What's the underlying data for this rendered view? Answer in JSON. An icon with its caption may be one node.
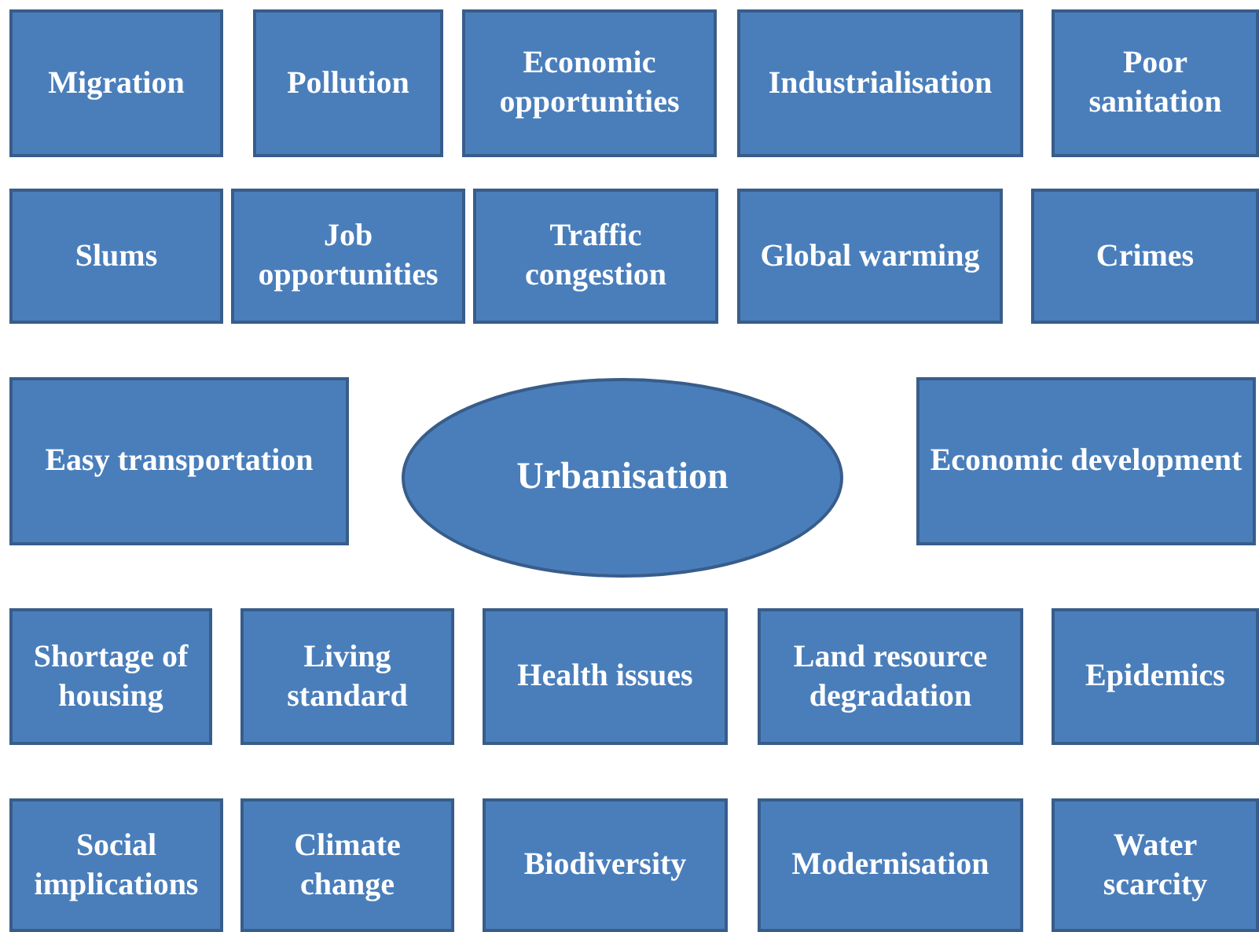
{
  "diagram": {
    "nodes": [
      {
        "text": [
          "Migration"
        ]
      },
      {
        "text": [
          "Pollution"
        ]
      },
      {
        "text": [
          "Economic opportunities"
        ]
      },
      {
        "text": [
          "Industrialisation"
        ]
      },
      {
        "text": [
          "Poor sanitation"
        ]
      },
      {
        "text": [
          "Slums"
        ]
      },
      {
        "text": [
          "Job opportunities"
        ]
      },
      {
        "text": [
          "Traffic congestion"
        ]
      },
      {
        "text": [
          "Global warming"
        ]
      },
      {
        "text": [
          "Crimes"
        ]
      },
      {
        "text": [
          "Easy transportation"
        ]
      },
      {
        "text": [
          "Urbanisation"
        ]
      },
      {
        "text": [
          "Economic development"
        ]
      },
      {
        "text": [
          "Shortage of housing"
        ]
      },
      {
        "text": [
          "Living standard"
        ]
      },
      {
        "text": [
          "Health issues"
        ]
      },
      {
        "text": [
          "Land resource degradation"
        ]
      },
      {
        "text": [
          "Epidemics"
        ]
      },
      {
        "text": [
          "Social implications"
        ]
      },
      {
        "text": [
          "Climate change"
        ]
      },
      {
        "text": [
          "Biodiversity"
        ]
      },
      {
        "text": [
          "Modernisation"
        ]
      },
      {
        "text": [
          "Water scarcity"
        ]
      }
    ]
  }
}
